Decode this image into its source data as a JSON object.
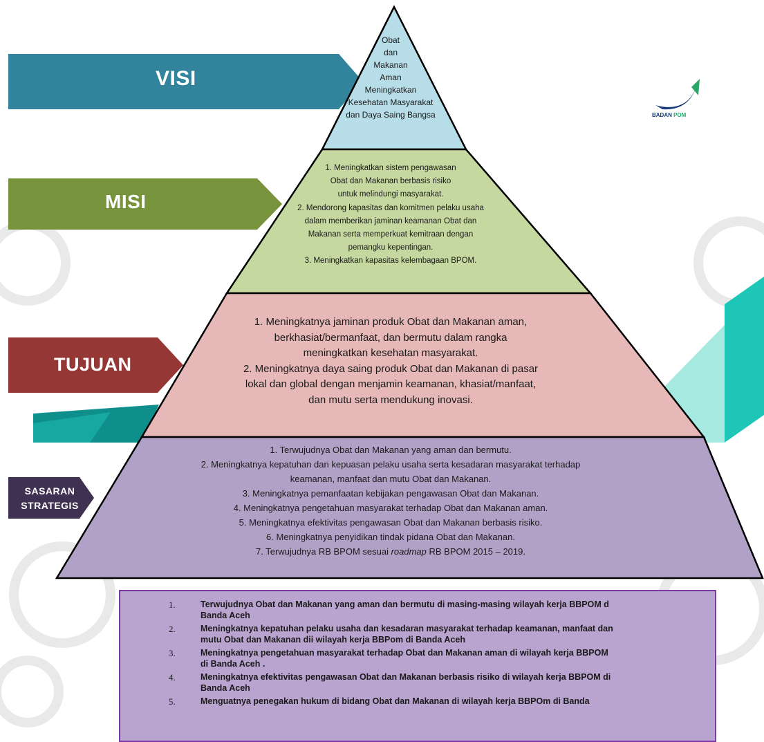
{
  "visi": {
    "label": "VISI",
    "lines": [
      "Obat",
      "dan",
      "Makanan",
      "Aman",
      "Meningkatkan",
      "Kesehatan  Masyarakat",
      "dan Daya Saing Bangsa"
    ]
  },
  "misi": {
    "label": "MISI",
    "lines": [
      "1. Meningkatkan sistem pengawasan",
      "Obat dan Makanan berbasis risiko",
      "untuk  melindungi masyarakat.",
      "2. Mendorong kapasitas dan komitmen pelaku usaha",
      "dalam memberikan jaminan keamanan Obat dan",
      "Makanan serta memperkuat kemitraan dengan",
      "pemangku kepentingan.",
      "3. Meningkatkan kapasitas kelembagaan BPOM."
    ]
  },
  "tujuan": {
    "label": "TUJUAN",
    "lines": [
      "1. Meningkatnya jaminan produk Obat dan Makanan aman,",
      "berkhasiat/bermanfaat, dan bermutu dalam rangka",
      "meningkatkan kesehatan masyarakat.",
      "2. Meningkatnya daya saing produk Obat dan Makanan di pasar",
      "lokal dan global dengan menjamin keamanan, khasiat/manfaat,",
      "dan mutu serta mendukung inovasi."
    ]
  },
  "sasaran": {
    "label_line1": "SASARAN",
    "label_line2": "STRATEGIS",
    "lines": [
      "1. Terwujudnya Obat dan Makanan yang aman dan bermutu.",
      "2. Meningkatnya kepatuhan dan kepuasan pelaku usaha serta kesadaran masyarakat terhadap",
      "keamanan, manfaat dan mutu Obat dan Makanan.",
      "3. Meningkatnya pemanfaatan kebijakan pengawasan Obat dan Makanan.",
      "4. Meningkatnya pengetahuan masyarakat terhadap Obat dan Makanan aman.",
      "5. Meningkatnya efektivitas pengawasan Obat dan Makanan berbasis risiko.",
      "6. Meningkatnya penyidikan tindak pidana Obat dan Makanan."
    ],
    "last_line_pre": "7. Terwujudnya RB BPOM sesuai ",
    "last_line_italic": "roadmap",
    "last_line_post": " RB BPOM 2015 – 2019."
  },
  "logo": {
    "name": "BADAN",
    "accent": "POM",
    "icon": "badan-pom-logo-icon"
  },
  "bottom_list": [
    {
      "num": "1.",
      "text": "Terwujudnya Obat dan Makanan yang aman dan bermutu di masing-masing wilayah kerja BBPOM d Banda Aceh"
    },
    {
      "num": "2.",
      "text": "Meningkatnya kepatuhan pelaku usaha dan kesadaran masyarakat terhadap keamanan, manfaat dan mutu Obat dan Makanan dii wilayah kerja BBPom di Banda Aceh"
    },
    {
      "num": "3.",
      "text": "Meningkatnya pengetahuan masyarakat terhadap Obat dan Makanan aman di  wilayah kerja BBPOM di Banda Aceh  ."
    },
    {
      "num": "4.",
      "text": "Meningkatnya efektivitas pengawasan Obat dan Makanan berbasis risiko di  wilayah kerja BBPOM di Banda Aceh"
    },
    {
      "num": "5.",
      "text": "Menguatnya penegakan hukum di bidang Obat dan Makanan di wilayah kerja BBPOm di Banda"
    }
  ],
  "colors": {
    "visi_tier": "#b7dde8",
    "misi_tier": "#c4d8a0",
    "tujuan_tier": "#e6b8b7",
    "sasaran_tier": "#b2a1c7",
    "visi_arrow": "#31849b",
    "misi_arrow": "#77933c",
    "tujuan_arrow": "#953735",
    "sasaran_arrow": "#3f3151",
    "bottom_box": "#b9a3cf",
    "teal_accent": "#1ec6b8"
  }
}
